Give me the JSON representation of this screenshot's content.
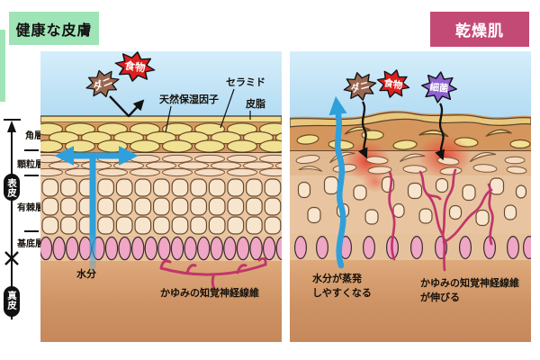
{
  "titles": {
    "healthy": "健康な皮膚",
    "dry": "乾燥肌"
  },
  "axis": {
    "stratum_corneum": "角層",
    "granular": "顆粒層",
    "spinous": "有棘層",
    "basal": "基底層",
    "epidermis": "表皮",
    "dermis": "真皮"
  },
  "healthy": {
    "allergens": [
      {
        "label": "ダニ"
      },
      {
        "label": "食物"
      }
    ],
    "nmf_label": "天然保湿因子",
    "ceramide_label": "セラミド",
    "sebum_label": "皮脂",
    "moisture_label": "水分",
    "nerve_label": "かゆみの知覚神経線維"
  },
  "dry": {
    "allergens": [
      {
        "label": "ダニ"
      },
      {
        "label": "食物"
      },
      {
        "label": "細菌"
      }
    ],
    "evap_line1": "水分が蒸発",
    "evap_line2": "しやすくなる",
    "nerve_line1": "かゆみの知覚神経線維",
    "nerve_line2": "が伸びる"
  },
  "colors": {
    "healthy_title_bg": "#9fe4b6",
    "dry_title_bg": "#c44a76",
    "mite": "#9a6750",
    "food": "#dc1f1f",
    "bacteria": "#8e62d1",
    "moisture_arrow": "#2ea0dc",
    "nerve": "#c0366b",
    "inflammation": "#e23223"
  }
}
